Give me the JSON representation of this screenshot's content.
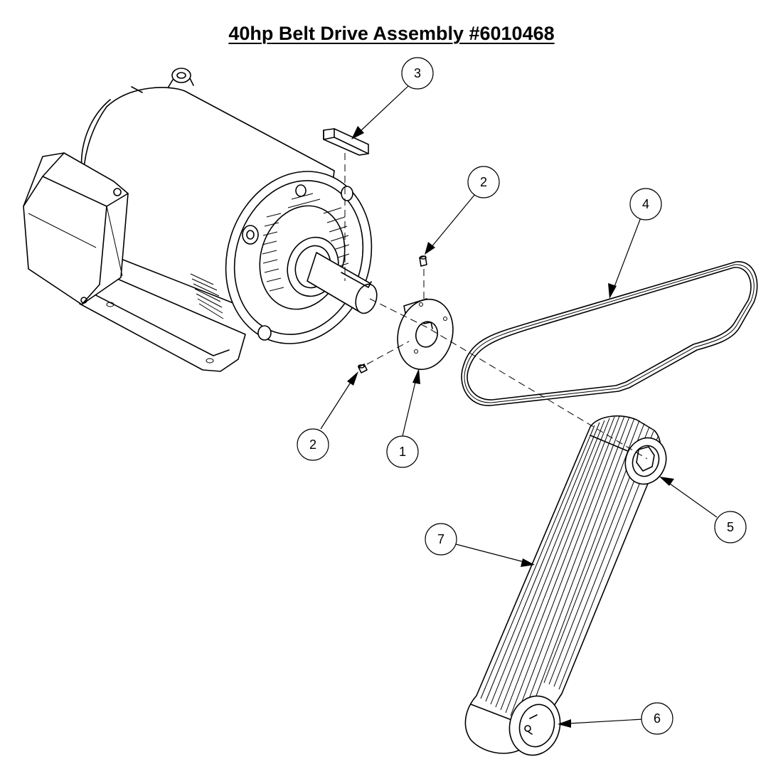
{
  "title": "40hp Belt Drive Assembly #6010468",
  "callouts": [
    {
      "label": "1"
    },
    {
      "label": "2"
    },
    {
      "label": "2"
    },
    {
      "label": "3"
    },
    {
      "label": "4"
    },
    {
      "label": "5"
    },
    {
      "label": "6"
    },
    {
      "label": "7"
    }
  ]
}
